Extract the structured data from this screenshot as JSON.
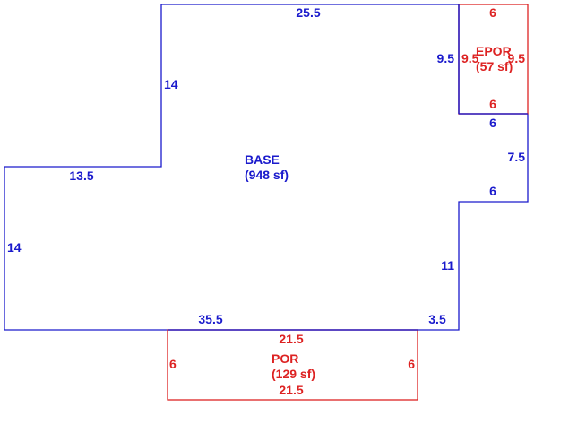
{
  "colors": {
    "base": "#1a1acc",
    "addition": "#dd2222",
    "background": "#ffffff"
  },
  "areas": {
    "base": {
      "name": "BASE",
      "area": "(948 sf)"
    },
    "epor": {
      "name": "EPOR",
      "area": "(57 sf)"
    },
    "por": {
      "name": "POR",
      "area": "(129 sf)"
    }
  },
  "dimensions": {
    "base_top": "25.5",
    "base_upper_left_side": "14",
    "base_step": "13.5",
    "base_left_side": "14",
    "base_bottom": "35.5",
    "base_bottom_right": "3.5",
    "base_right_lower": "11",
    "base_notch_bottom": "6",
    "base_notch_side": "7.5",
    "base_notch_top": "6",
    "base_right_upper": "9.5",
    "epor_top": "6",
    "epor_left": "9.5",
    "epor_right": "9.5",
    "epor_bottom": "6",
    "por_top": "21.5",
    "por_bottom": "21.5",
    "por_left": "6",
    "por_right": "6"
  }
}
